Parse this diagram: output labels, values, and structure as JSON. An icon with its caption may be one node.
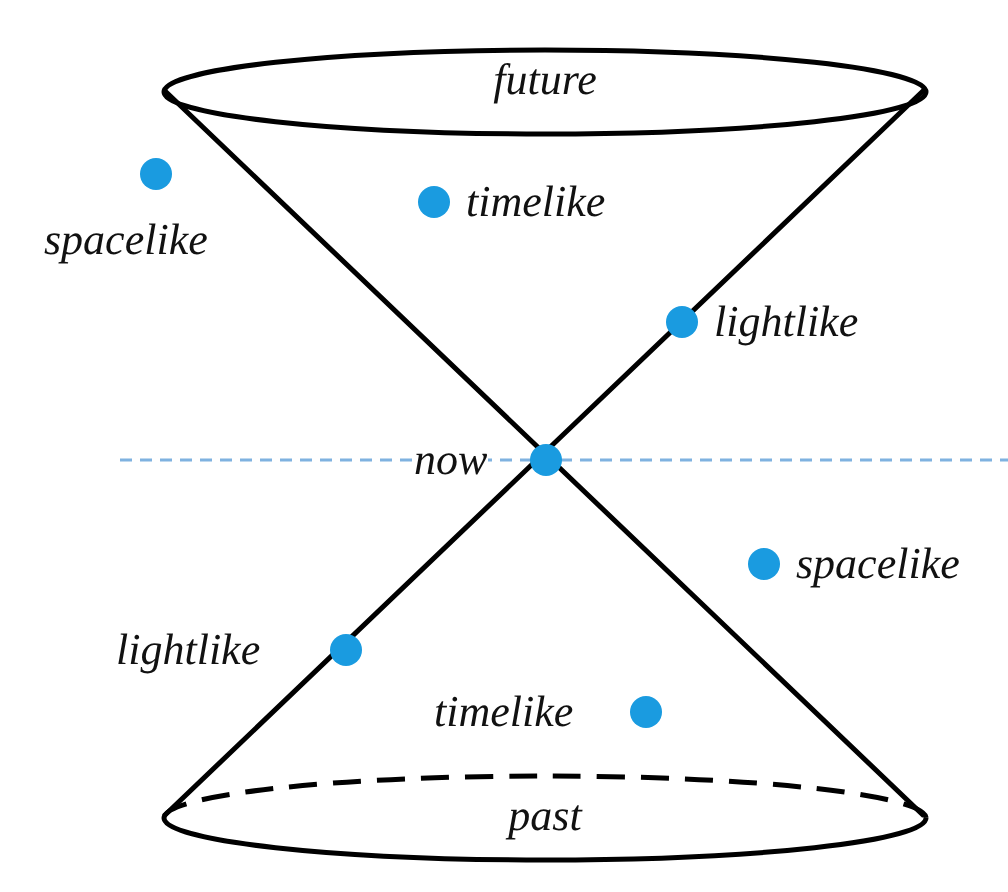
{
  "diagram": {
    "nodes": [
      {
        "text": [
          "future"
        ]
      },
      {
        "text": [
          "past"
        ]
      }
    ],
    "labels": [
      "spacelike",
      "timelike",
      "lightlike",
      "now",
      "spacelike",
      "lightlike",
      "timelike"
    ]
  }
}
